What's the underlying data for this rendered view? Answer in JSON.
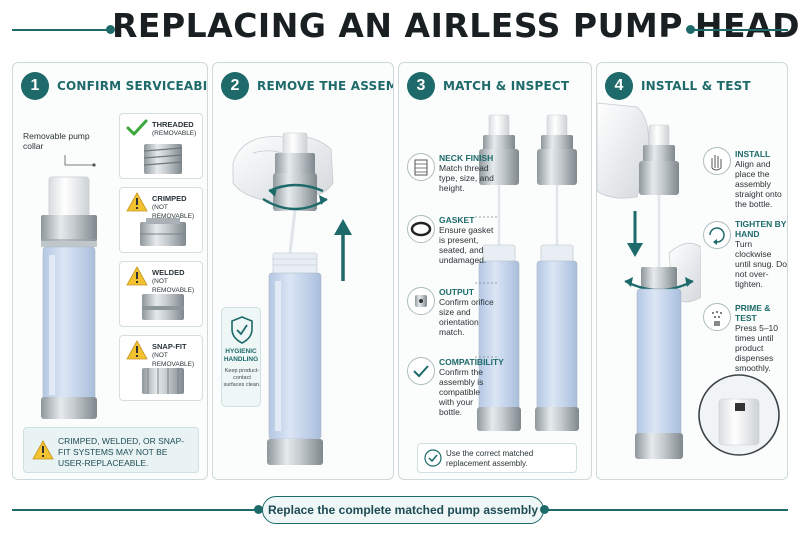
{
  "title": "REPLACING AN AIRLESS PUMP HEAD",
  "colors": {
    "accent": "#1e6a6a",
    "warning": "#e8b020",
    "ok": "#3aa83a",
    "liquid": "#c9d9ef",
    "metal": "#b8bfc4"
  },
  "steps": [
    {
      "number": "1",
      "title": "CONFIRM SERVICEABILITY",
      "collar_label": "Removable pump collar",
      "threads": [
        {
          "name": "THREADED",
          "note": "(REMOVABLE)",
          "icon": "check-icon"
        },
        {
          "name": "CRIMPED",
          "note": "(NOT REMOVABLE)",
          "icon": "warning-icon"
        },
        {
          "name": "WELDED",
          "note": "(NOT REMOVABLE)",
          "icon": "warning-icon"
        },
        {
          "name": "SNAP-FIT",
          "note": "(NOT REMOVABLE)",
          "icon": "warning-icon"
        }
      ],
      "warning": "CRIMPED, WELDED, OR SNAP-FIT SYSTEMS MAY NOT BE USER-REPLACEABLE."
    },
    {
      "number": "2",
      "title": "REMOVE THE ASSEMBLY",
      "hygiene_title": "HYGIENIC HANDLING",
      "hygiene_text": "Keep product-contact surfaces clean."
    },
    {
      "number": "3",
      "title": "MATCH & INSPECT",
      "checks": [
        {
          "title": "NECK FINISH",
          "text": "Match thread type, size, and height."
        },
        {
          "title": "GASKET",
          "text": "Ensure gasket is present, seated, and undamaged."
        },
        {
          "title": "OUTPUT",
          "text": "Confirm orifice size and orientation match."
        },
        {
          "title": "COMPATIBILITY",
          "text": "Confirm the assembly is compatible with your bottle."
        }
      ],
      "note": "Use the correct matched replacement assembly."
    },
    {
      "number": "4",
      "title": "INSTALL & TEST",
      "actions": [
        {
          "title": "INSTALL",
          "text": "Align and place the assembly straight onto the bottle."
        },
        {
          "title": "TIGHTEN BY HAND",
          "text": "Turn clockwise until snug. Do not over-tighten."
        },
        {
          "title": "PRIME & TEST",
          "text": "Press 5–10 times until product dispenses smoothly."
        }
      ]
    }
  ],
  "footer": "Replace the complete matched pump assembly"
}
